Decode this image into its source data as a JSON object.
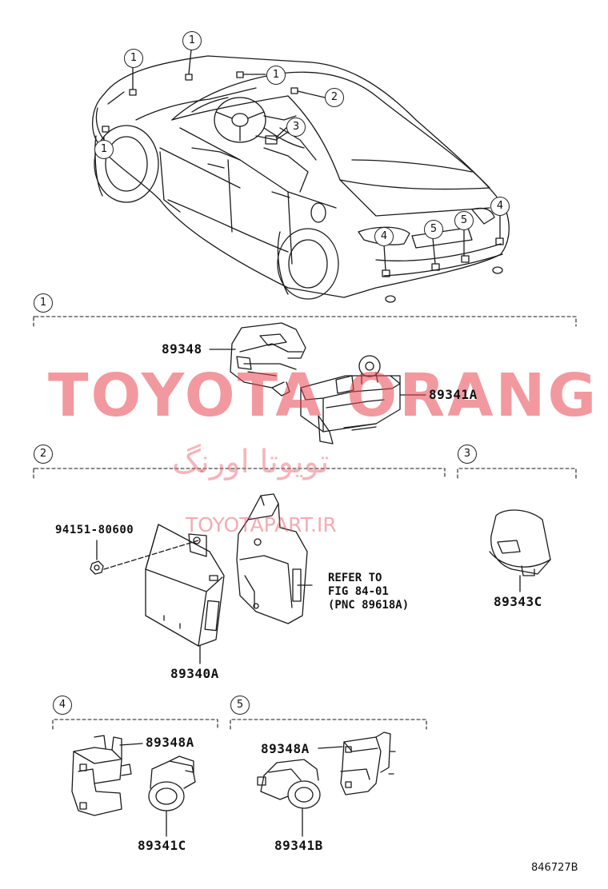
{
  "diagram": {
    "car_callouts": [
      "1",
      "1",
      "1",
      "1",
      "2",
      "3",
      "4",
      "4",
      "5",
      "5"
    ],
    "sections": [
      {
        "id": "1",
        "parts": [
          "89348",
          "89341A"
        ]
      },
      {
        "id": "2",
        "parts": [
          "94151-80600",
          "89340A"
        ],
        "refer": "REFER TO\nFIG 84-01\n(PNC 89618A)"
      },
      {
        "id": "3",
        "parts": [
          "89343C"
        ]
      },
      {
        "id": "4",
        "parts": [
          "89348A",
          "89341C"
        ]
      },
      {
        "id": "5",
        "parts": [
          "89348A",
          "89341B"
        ]
      }
    ],
    "drawing_code": "846727B"
  },
  "watermark": {
    "brand": "TOYOTA ORANG",
    "brand_fa": "تویوتا اورنگ",
    "url": "TOYOTAPART.IR"
  },
  "colors": {
    "line": "#1a1a1a",
    "watermark": "#e84650"
  }
}
